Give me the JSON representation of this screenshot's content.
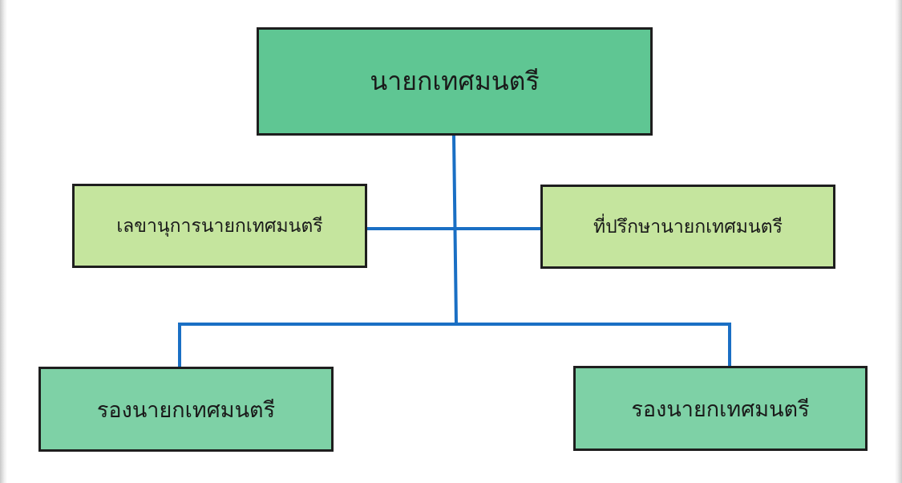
{
  "colors": {
    "primary_box": "#5fc693",
    "secondary_box": "#c5e59e",
    "deputy_box": "#7ed1a6",
    "connector": "#1a6fc4",
    "border": "#1e1e1e"
  },
  "nodes": {
    "mayor": "นายกเทศมนตรี",
    "secretary": "เลขานุการนายกเทศมนตรี",
    "advisor": "ที่ปรึกษานายกเทศมนตรี",
    "deputy_left": "รองนายกเทศมนตรี",
    "deputy_right": "รองนายกเทศมนตรี"
  }
}
